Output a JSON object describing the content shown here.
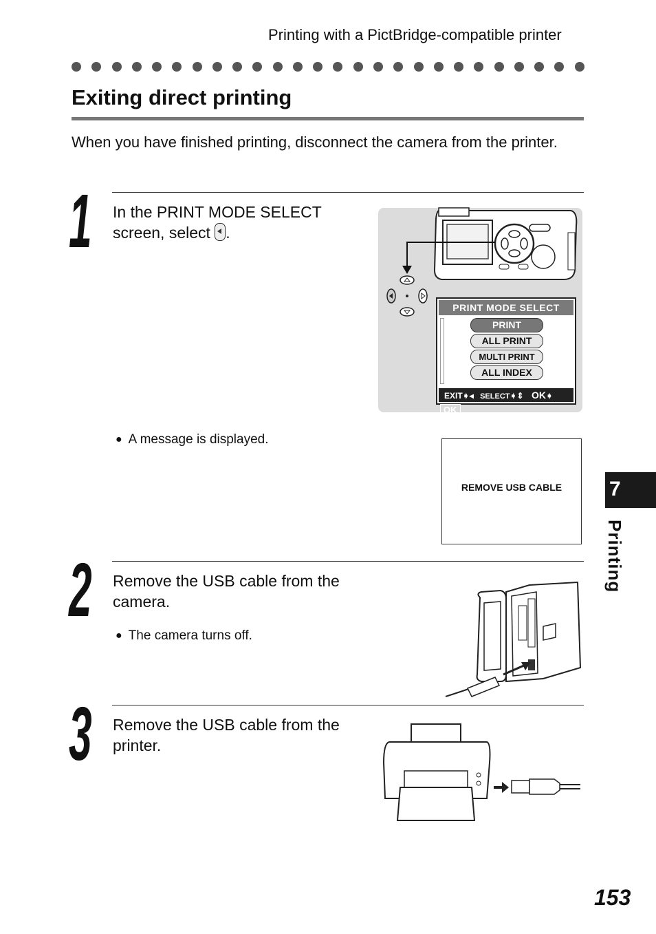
{
  "header": {
    "running_title": "Printing with a PictBridge-compatible printer"
  },
  "section": {
    "title": "Exiting direct printing",
    "intro": "When you have finished printing, disconnect the camera from the printer."
  },
  "steps": [
    {
      "number": "1",
      "text_before_icon": "In the PRINT MODE SELECT screen, select",
      "text_after_icon": ".",
      "bullet": "A message is displayed."
    },
    {
      "number": "2",
      "text": "Remove the USB cable from the camera.",
      "bullet": "The camera turns off."
    },
    {
      "number": "3",
      "text": "Remove the USB cable from the printer."
    }
  ],
  "lcd_screen": {
    "heading": "PRINT  MODE   SELECT",
    "items": [
      "PRINT",
      "ALL  PRINT",
      "MULTI  PRINT",
      "ALL  INDEX"
    ],
    "footer_exit": "EXIT",
    "footer_select": "SELECT",
    "footer_ok": "OK",
    "footer_ok_box": "OK"
  },
  "message_screen": {
    "text": "REMOVE USB CABLE"
  },
  "chapter_tab": {
    "number": "7",
    "label": "Printing"
  },
  "page_number": "153"
}
